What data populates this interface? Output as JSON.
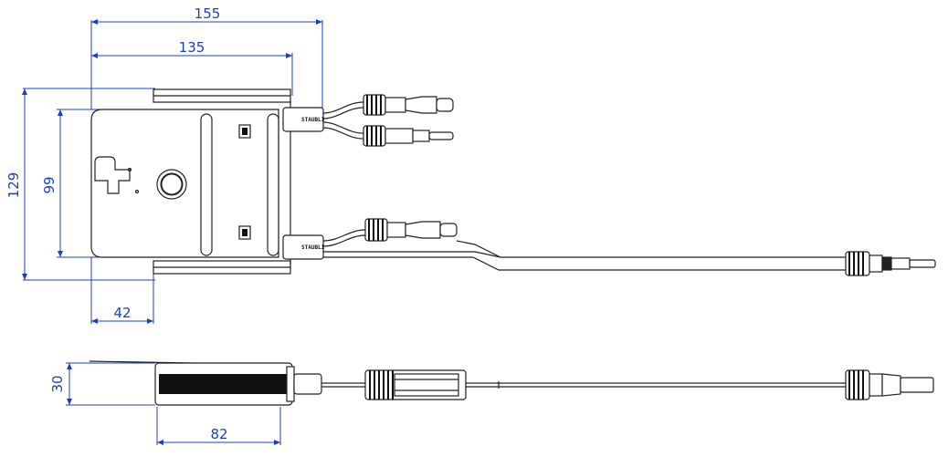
{
  "colors": {
    "dimension": "#1a3fc4",
    "outline": "#222222",
    "fin": "#111111",
    "cable": "#555555"
  },
  "dimensions": {
    "overall_width": "155",
    "plate_width": "135",
    "overall_height": "129",
    "plate_height": "99",
    "slot_offset": "42",
    "side_thickness": "30",
    "side_length": "82"
  },
  "labels": {
    "upper_box_tag": "STAUBLI",
    "lower_box_tag": "STAUBLI"
  }
}
